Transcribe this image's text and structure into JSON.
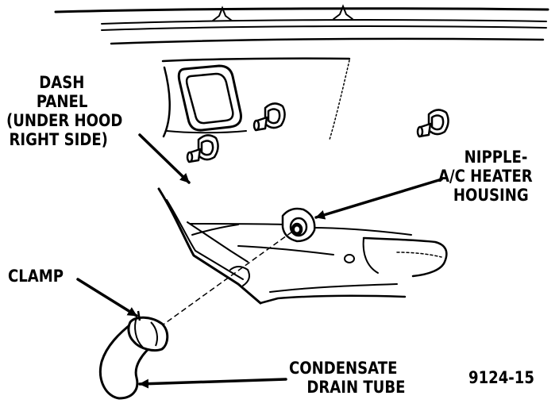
{
  "labels": {
    "dash_panel": [
      "DASH",
      "PANEL",
      "(UNDER HOOD",
      "RIGHT SIDE)"
    ],
    "nipple": [
      "NIPPLE-",
      "A/C HEATER",
      "HOUSING"
    ],
    "clamp": "CLAMP",
    "drain_tube": [
      "CONDENSATE",
      "DRAIN TUBE"
    ],
    "figure_number": "9124-15"
  },
  "colors": {
    "ink": "#000000",
    "paper": "#ffffff"
  }
}
